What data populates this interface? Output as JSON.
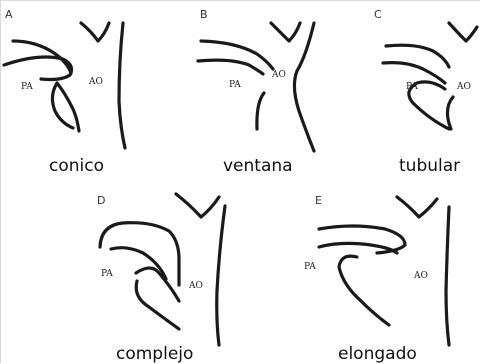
{
  "panels": [
    {
      "letter": "A",
      "pa_label": "PA",
      "ao_label": "AO",
      "caption": "conico"
    },
    {
      "letter": "B",
      "pa_label": "PA",
      "ao_label": "AO",
      "caption": "ventana"
    },
    {
      "letter": "C",
      "pa_label": "PA",
      "ao_label": "AO",
      "caption": "tubular"
    },
    {
      "letter": "D",
      "pa_label": "PA",
      "ao_label": "AO",
      "caption": "complejo"
    },
    {
      "letter": "E",
      "pa_label": "PA",
      "ao_label": "AO",
      "caption": "elongado"
    }
  ]
}
